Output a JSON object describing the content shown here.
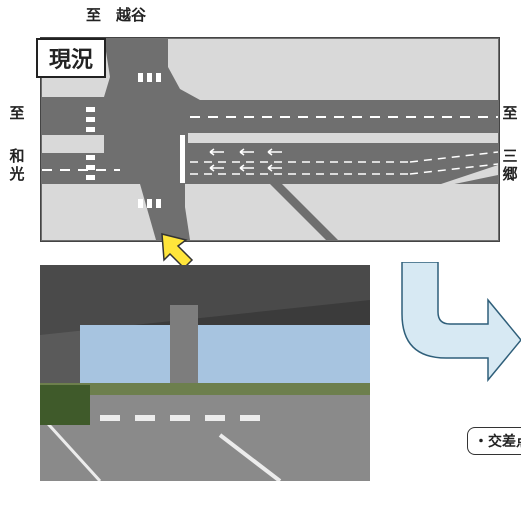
{
  "labels": {
    "top": "至　越谷",
    "left_to": "至",
    "left_name": "和光",
    "right_to": "至",
    "right_name": "三郷",
    "status_badge": "現況",
    "note": "・交差点"
  },
  "colors": {
    "road": "#6f6f6f",
    "block": "#d9d9d9",
    "lane_marking": "#ffffff",
    "curve_arrow_fill": "#d7e9f3",
    "location_arrow": "#ffe53b"
  },
  "icons": {
    "location_marker": "yellow-arrow-icon",
    "flow_arrow": "curved-arrow-icon"
  }
}
